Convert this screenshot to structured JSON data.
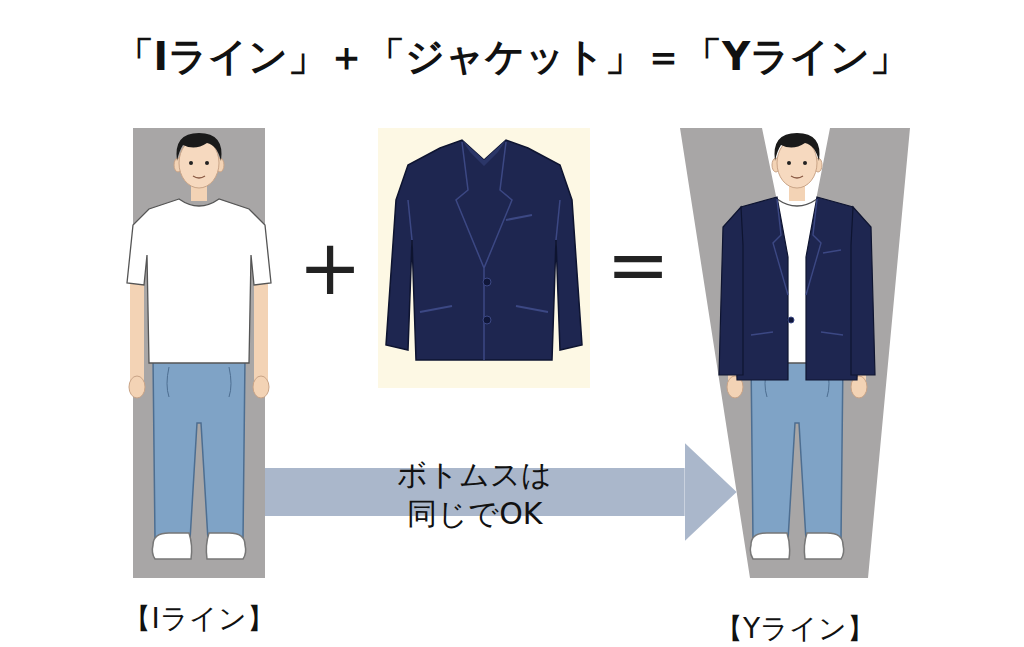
{
  "diagram": {
    "title": "「Iライン」＋「ジャケット」＝「Yライン」",
    "nodes": [
      {
        "text": [
          "【Iライン】"
        ]
      },
      {
        "text": [
          "【Yライン】"
        ]
      }
    ],
    "edges": [
      {
        "from": 0,
        "to": 1,
        "label": "ボトムスは 同じでOK",
        "arrow": "to"
      }
    ],
    "labels": [
      "+",
      "="
    ]
  }
}
